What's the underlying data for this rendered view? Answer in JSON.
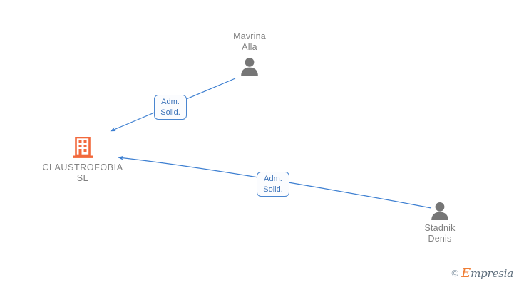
{
  "graph": {
    "nodes": [
      {
        "id": "person-mavrina",
        "type": "person",
        "icon": "person-icon",
        "label": "Mavrina\nAlla",
        "label_position": "above"
      },
      {
        "id": "company-claustrofobia",
        "type": "company",
        "icon": "building-icon",
        "label": "CLAUSTROFOBIA\nSL",
        "label_position": "below",
        "color": "#f2693c"
      },
      {
        "id": "person-stadnik",
        "type": "person",
        "icon": "person-icon",
        "label": "Stadnik\nDenis",
        "label_position": "below"
      }
    ],
    "edges": [
      {
        "id": "edge-mavrina-to-company",
        "from": "person-mavrina",
        "to": "company-claustrofobia",
        "label": "Adm.\nSolid.",
        "color": "#3d7fd1"
      },
      {
        "id": "edge-stadnik-to-company",
        "from": "person-stadnik",
        "to": "company-claustrofobia",
        "label": "Adm.\nSolid.",
        "color": "#3d7fd1"
      }
    ],
    "colors": {
      "edge": "#3d7fd1",
      "person_icon": "#767676",
      "company_icon": "#f2693c",
      "node_text": "#808080",
      "edge_label_text": "#3b72b8",
      "edge_label_border": "#4a86d0",
      "background": "#ffffff"
    }
  },
  "watermark": {
    "copyright": "©",
    "brand_initial": "E",
    "brand_rest": "mpresia"
  }
}
